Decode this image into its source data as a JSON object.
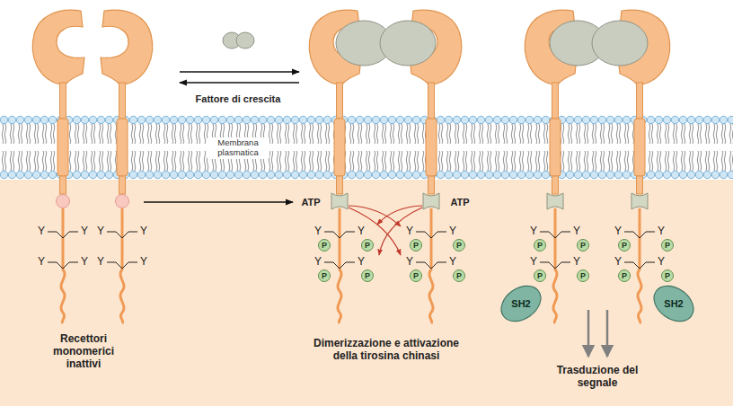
{
  "diagram": {
    "nodes": [
      {
        "text": [
          "P"
        ]
      },
      {
        "text": [
          "P"
        ]
      },
      {
        "text": [
          "P"
        ]
      },
      {
        "text": [
          "P"
        ]
      },
      {
        "text": [
          "P"
        ]
      },
      {
        "text": [
          "P"
        ]
      },
      {
        "text": [
          "P"
        ]
      },
      {
        "text": [
          "P"
        ]
      },
      {
        "text": [
          "P"
        ]
      },
      {
        "text": [
          "P"
        ]
      },
      {
        "text": [
          "P"
        ]
      },
      {
        "text": [
          "P"
        ]
      },
      {
        "text": [
          "P"
        ]
      },
      {
        "text": [
          "P"
        ]
      },
      {
        "text": [
          "P"
        ]
      },
      {
        "text": [
          "P"
        ]
      },
      {
        "text": [
          "SH2"
        ]
      },
      {
        "text": [
          "SH2"
        ]
      }
    ],
    "labels": [
      "Fattore di crescita",
      "Membrana plasmatica",
      "ATP",
      "ATP",
      "Y",
      "Y",
      "Y",
      "Y",
      "Y",
      "Y",
      "Y",
      "Y",
      "Y",
      "Y",
      "Y",
      "Y",
      "Y",
      "Y",
      "Y",
      "Y",
      "Y",
      "Y",
      "Y",
      "Y",
      "Y",
      "Y",
      "Y",
      "Y",
      "Recettori monomerici inattivi",
      "Dimerizzazione e attivazione della tirosina chinasi",
      "Trasduzione del segnale"
    ]
  }
}
